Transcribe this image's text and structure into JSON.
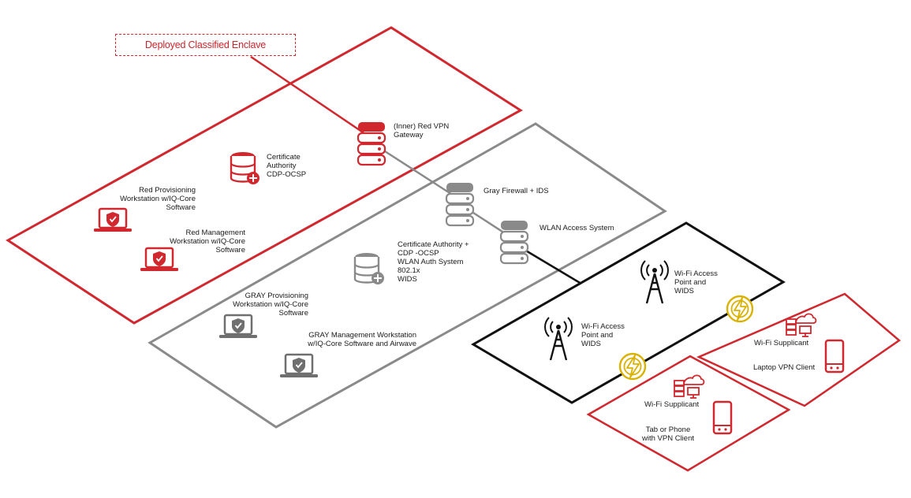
{
  "enclave_label": "Deployed Classified Enclave",
  "colors": {
    "red": "#d0282e",
    "gray": "#8a8a8a",
    "black": "#111111",
    "gold": "#d9b200"
  },
  "nodes": {
    "red_vpn_gateway": [
      "(Inner) Red VPN",
      "Gateway"
    ],
    "certificate_authority_red": [
      "Certificate",
      "Authority",
      "CDP-OCSP"
    ],
    "red_provisioning": [
      "Red Provisioning",
      "Workstation w/IQ-Core",
      "Software"
    ],
    "red_management": [
      "Red Management",
      "Workstation w/IQ-Core",
      "Software"
    ],
    "gray_firewall": [
      "Gray Firewall + IDS"
    ],
    "wlan_access_system": [
      "WLAN Access System"
    ],
    "certificate_authority_gray": [
      "Certificate Authority +",
      "CDP -OCSP",
      "WLAN Auth System",
      "802.1x",
      "WIDS"
    ],
    "gray_provisioning": [
      "GRAY Provisioning",
      "Workstation w/IQ-Core",
      "Software"
    ],
    "gray_management": [
      "GRAY Management Workstation",
      "w/IQ-Core Software and Airwave"
    ],
    "wifi_ap_1": [
      "Wi-Fi Access",
      "Point and",
      "WIDS"
    ],
    "wifi_ap_2": [
      "Wi-Fi Access",
      "Point and",
      "WIDS"
    ],
    "wifi_supplicant_1": [
      "Wi-Fi Supplicant"
    ],
    "laptop_vpn_client": [
      "Laptop VPN Client"
    ],
    "wifi_supplicant_2": [
      "Wi-Fi Supplicant"
    ],
    "tab_phone_client": [
      "Tab or Phone",
      "with VPN Client"
    ]
  },
  "icons": {
    "server": "server-stack-icon",
    "database": "database-plus-icon",
    "laptop": "laptop-shield-icon",
    "tower": "wifi-tower-icon",
    "wireless": "wireless-bolt-icon",
    "network": "network-cloud-icon",
    "mobile": "mobile-device-icon"
  }
}
